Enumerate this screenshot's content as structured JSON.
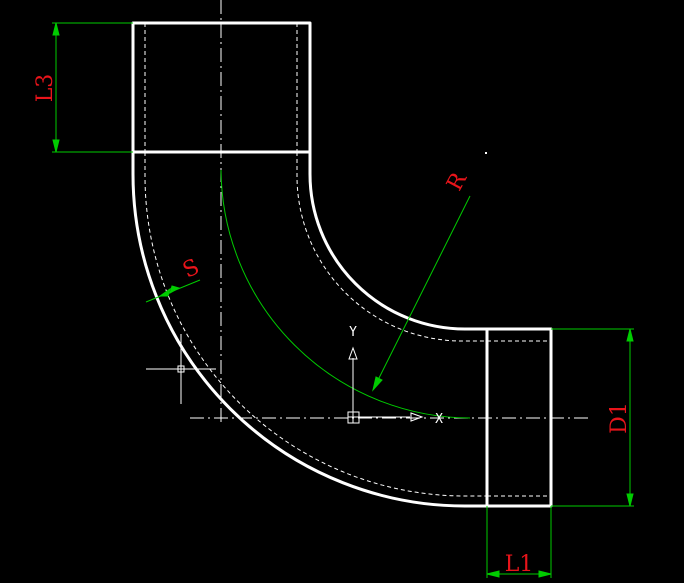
{
  "drawing": {
    "labels": {
      "l3": "L3",
      "r": "R",
      "s": "S",
      "d1": "D1",
      "l1": "L1"
    },
    "ucs": {
      "x_axis": "X",
      "y_axis": "Y"
    }
  },
  "colors": {
    "background": "#000000",
    "outline": "#ffffff",
    "dimension_lines": "#00cc00",
    "dimension_text": "#e8141a",
    "hidden_lines": "#ffffff"
  }
}
